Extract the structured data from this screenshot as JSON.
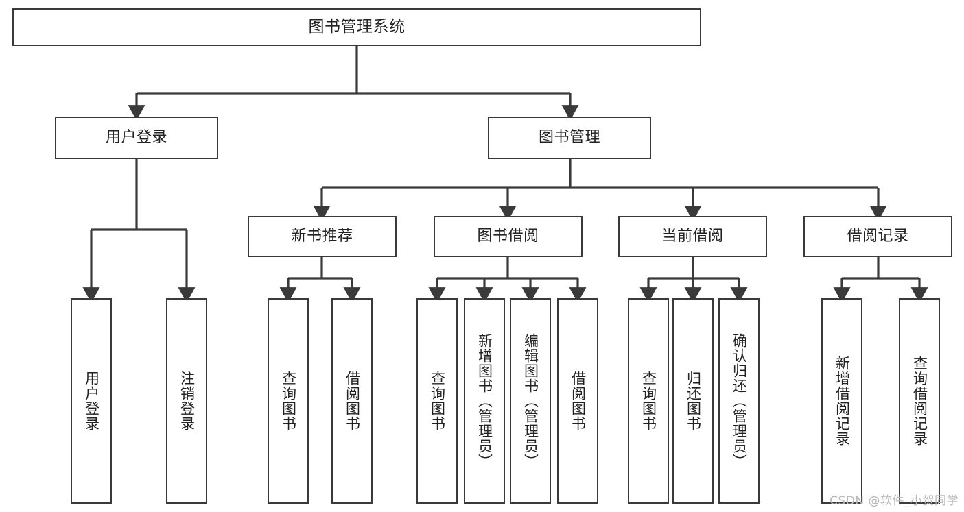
{
  "diagram": {
    "title": "图书管理系统",
    "watermark": "CSDN @软件_小贺同学",
    "colors": {
      "background": "#ffffff",
      "border": "#3a3a3a",
      "connector": "#3a3a3a",
      "text": "#222222",
      "watermark": "#b9b9b9"
    },
    "root": {
      "label": "图书管理系统"
    },
    "level2": [
      {
        "label": "用户登录"
      },
      {
        "label": "图书管理"
      }
    ],
    "level3": [
      {
        "label": "新书推荐"
      },
      {
        "label": "图书借阅"
      },
      {
        "label": "当前借阅"
      },
      {
        "label": "借阅记录"
      }
    ],
    "leaves": {
      "user_login": [
        {
          "label": "用户登录"
        },
        {
          "label": "注销登录"
        }
      ],
      "new_book_recommend": [
        {
          "label": "查询图书"
        },
        {
          "label": "借阅图书"
        }
      ],
      "book_borrow": [
        {
          "label": "查询图书"
        },
        {
          "label": "新增图书（管理员）"
        },
        {
          "label": "编辑图书（管理员）"
        },
        {
          "label": "借阅图书"
        }
      ],
      "current_borrow": [
        {
          "label": "查询图书"
        },
        {
          "label": "归还图书"
        },
        {
          "label": "确认归还（管理员）"
        }
      ],
      "borrow_record": [
        {
          "label": "新增借阅记录"
        },
        {
          "label": "查询借阅记录"
        }
      ]
    }
  },
  "chart_data": {
    "type": "tree-diagram",
    "title": "图书管理系统",
    "orientation": "top-down",
    "levels": 4,
    "nodes": [
      {
        "id": "root",
        "label": "图书管理系统",
        "level": 1,
        "parent": null
      },
      {
        "id": "n-user-login",
        "label": "用户登录",
        "level": 2,
        "parent": "root"
      },
      {
        "id": "n-book-manage",
        "label": "图书管理",
        "level": 2,
        "parent": "root"
      },
      {
        "id": "n-new-book",
        "label": "新书推荐",
        "level": 3,
        "parent": "n-book-manage"
      },
      {
        "id": "n-book-borrow",
        "label": "图书借阅",
        "level": 3,
        "parent": "n-book-manage"
      },
      {
        "id": "n-current-borrow",
        "label": "当前借阅",
        "level": 3,
        "parent": "n-book-manage"
      },
      {
        "id": "n-borrow-record",
        "label": "借阅记录",
        "level": 3,
        "parent": "n-book-manage"
      },
      {
        "id": "l-user-login",
        "label": "用户登录",
        "level": 4,
        "parent": "n-user-login"
      },
      {
        "id": "l-logout",
        "label": "注销登录",
        "level": 4,
        "parent": "n-user-login"
      },
      {
        "id": "l-nb-query",
        "label": "查询图书",
        "level": 4,
        "parent": "n-new-book"
      },
      {
        "id": "l-nb-borrow",
        "label": "借阅图书",
        "level": 4,
        "parent": "n-new-book"
      },
      {
        "id": "l-bb-query",
        "label": "查询图书",
        "level": 4,
        "parent": "n-book-borrow"
      },
      {
        "id": "l-bb-add",
        "label": "新增图书（管理员）",
        "level": 4,
        "parent": "n-book-borrow"
      },
      {
        "id": "l-bb-edit",
        "label": "编辑图书（管理员）",
        "level": 4,
        "parent": "n-book-borrow"
      },
      {
        "id": "l-bb-borrow",
        "label": "借阅图书",
        "level": 4,
        "parent": "n-book-borrow"
      },
      {
        "id": "l-cb-query",
        "label": "查询图书",
        "level": 4,
        "parent": "n-current-borrow"
      },
      {
        "id": "l-cb-return",
        "label": "归还图书",
        "level": 4,
        "parent": "n-current-borrow"
      },
      {
        "id": "l-cb-confirm",
        "label": "确认归还（管理员）",
        "level": 4,
        "parent": "n-current-borrow"
      },
      {
        "id": "l-br-add",
        "label": "新增借阅记录",
        "level": 4,
        "parent": "n-borrow-record"
      },
      {
        "id": "l-br-query",
        "label": "查询借阅记录",
        "level": 4,
        "parent": "n-borrow-record"
      }
    ]
  }
}
